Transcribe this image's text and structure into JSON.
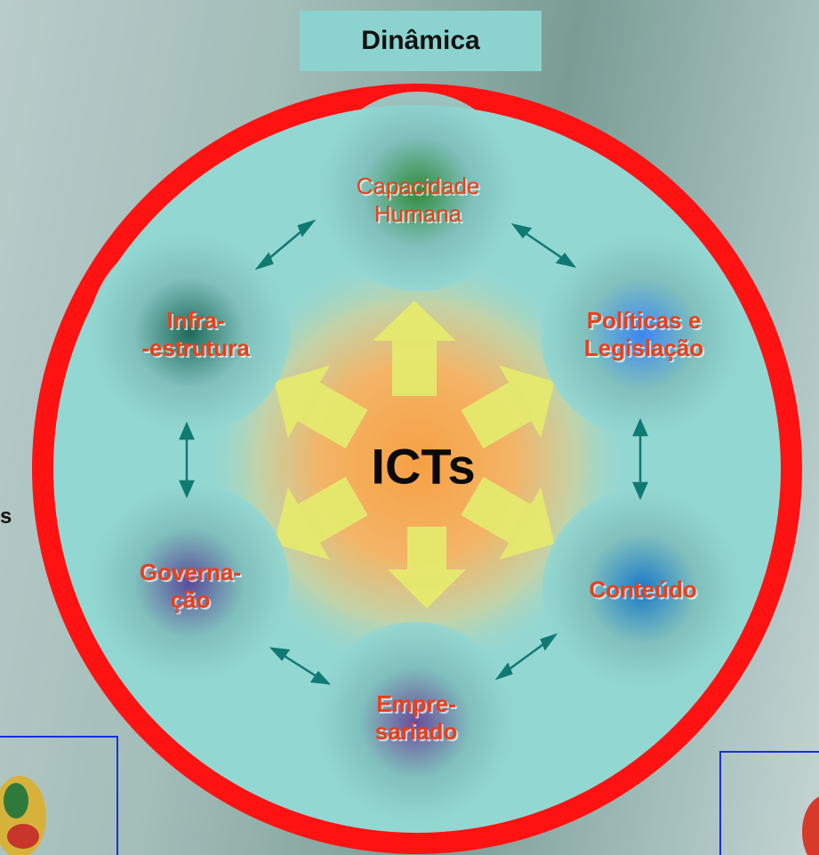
{
  "title": "Dinâmica",
  "center_label": "ICTs",
  "edge_fragment": "s",
  "nodes": [
    {
      "id": "capacidade-humana",
      "lines": [
        "Capacidade",
        "Humana"
      ],
      "core_color": "#2f8a3a"
    },
    {
      "id": "politicas-legislacao",
      "lines": [
        "Políticas e",
        "Legislação"
      ],
      "core_color": "#3a86f0"
    },
    {
      "id": "conteudo",
      "lines": [
        "Conteúdo"
      ],
      "core_color": "#1a78c8"
    },
    {
      "id": "empresariado",
      "lines": [
        "Empre-",
        "sariado"
      ],
      "core_color": "#6a4a9a"
    },
    {
      "id": "governacao",
      "lines": [
        "Governa-",
        "ção"
      ],
      "core_color": "#5a4a9a"
    },
    {
      "id": "infraestrutura",
      "lines": [
        "Infra-",
        "-estrutura"
      ],
      "core_color": "#1f6a5a"
    }
  ],
  "colors": {
    "ring": "#ff1010",
    "disc": "#93d7d3",
    "center_glow": "#f7a24a",
    "arrow": "#e8ec6a",
    "connector": "#0f7a72",
    "title_box": "#8cd3cf",
    "label_text": "#e8401a",
    "frame": "#1a2fd6"
  }
}
